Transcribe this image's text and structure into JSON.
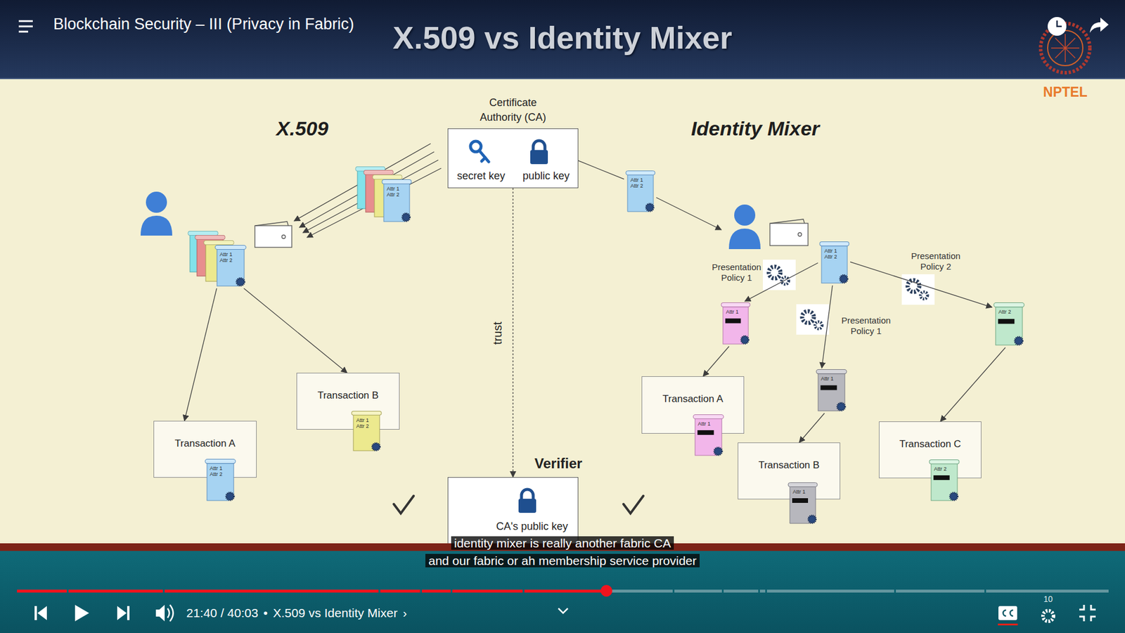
{
  "diagram": {
    "title": "X.509 vs Identity Mixer",
    "nodes": [
      {
        "text": [
          "Certificate Authority (CA)",
          "secret key",
          "public key"
        ]
      },
      {
        "text": [
          "Attr 1 Attr 2"
        ]
      },
      {
        "text": [
          "Attr 1 Attr 2"
        ]
      },
      {
        "text": [
          "Attr 1 Attr 2"
        ]
      },
      {
        "text": [
          "Attr 1 Attr 2"
        ]
      },
      {
        "text": [
          "Attr 1"
        ]
      },
      {
        "text": [
          "Attr 2"
        ]
      },
      {
        "text": [
          "Attr 1"
        ]
      },
      {
        "text": [
          "Transaction B"
        ]
      },
      {
        "text": [
          "Attr 1 Attr 2"
        ],
        "in": 8
      },
      {
        "text": [
          "Transaction A"
        ]
      },
      {
        "text": [
          "Attr 1"
        ],
        "in": 10
      },
      {
        "text": [
          "Transaction A"
        ]
      },
      {
        "text": [
          "Attr 1 Attr 2"
        ],
        "in": 12
      },
      {
        "text": [
          "Transaction C"
        ]
      },
      {
        "text": [
          "Attr 2"
        ],
        "in": 14
      },
      {
        "text": [
          "Transaction B"
        ]
      },
      {
        "text": [
          "Attr 1"
        ],
        "in": 16
      },
      {
        "text": [
          "Verifier",
          "CA's public key"
        ]
      }
    ],
    "edges": [
      {
        "from": 0,
        "to": 18,
        "label": "trust",
        "arrow": "to"
      },
      {
        "from": 0,
        "to": 2,
        "arrow": "none"
      },
      {
        "from": 3,
        "to": 12,
        "arrow": "to"
      },
      {
        "from": 3,
        "to": 8,
        "arrow": "to"
      },
      {
        "from": 4,
        "to": 5,
        "arrow": "to"
      },
      {
        "from": 4,
        "to": 7,
        "arrow": "to"
      },
      {
        "from": 4,
        "to": 6,
        "arrow": "to"
      },
      {
        "from": 5,
        "to": 10,
        "arrow": "to"
      },
      {
        "from": 7,
        "to": 16,
        "arrow": "to"
      },
      {
        "from": 6,
        "to": 14,
        "arrow": "to"
      }
    ],
    "labels": [
      "Blockchain Security – III (Privacy in Fabric)",
      "NPTEL",
      "X.509",
      "Identity Mixer",
      "Presentation Policy 1",
      "Presentation Policy 1",
      "Presentation Policy 2",
      "identity mixer is really another fabric CA",
      "and our fabric or ah membership service provider",
      "21:40 / 40:03",
      "•",
      "X.509 vs Identity Mixer",
      "›",
      "10"
    ]
  }
}
